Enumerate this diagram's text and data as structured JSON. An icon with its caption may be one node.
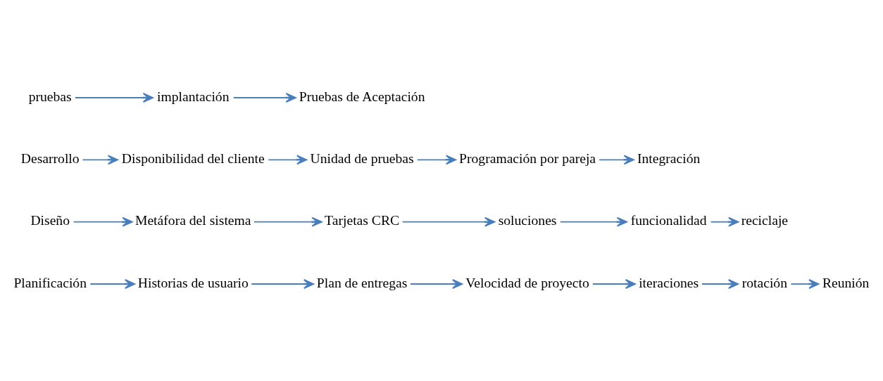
{
  "diagram": {
    "nodes": [
      {
        "text": [
          "Planificación"
        ]
      },
      {
        "text": [
          "Historias de usuario"
        ]
      },
      {
        "text": [
          "Plan de entregas"
        ]
      },
      {
        "text": [
          "Velocidad de proyecto"
        ]
      },
      {
        "text": [
          "iteraciones"
        ]
      },
      {
        "text": [
          "rotación"
        ]
      },
      {
        "text": [
          "Reunión"
        ]
      },
      {
        "text": [
          "Diseño"
        ]
      },
      {
        "text": [
          "Metáfora del sistema"
        ]
      },
      {
        "text": [
          "Tarjetas CRC"
        ]
      },
      {
        "text": [
          "soluciones"
        ]
      },
      {
        "text": [
          "funcionalidad"
        ]
      },
      {
        "text": [
          "reciclaje"
        ]
      },
      {
        "text": [
          "Desarrollo"
        ]
      },
      {
        "text": [
          "Disponibilidad del cliente"
        ]
      },
      {
        "text": [
          "Unidad de pruebas"
        ]
      },
      {
        "text": [
          "Programación por pareja"
        ]
      },
      {
        "text": [
          "Integración"
        ]
      },
      {
        "text": [
          "pruebas"
        ]
      },
      {
        "text": [
          "implantación"
        ]
      },
      {
        "text": [
          "Pruebas de Aceptación"
        ]
      }
    ],
    "edges": [
      {
        "from": 0,
        "to": 1,
        "arrow": "to"
      },
      {
        "from": 1,
        "to": 2,
        "arrow": "to"
      },
      {
        "from": 2,
        "to": 3,
        "arrow": "to"
      },
      {
        "from": 3,
        "to": 4,
        "arrow": "to"
      },
      {
        "from": 4,
        "to": 5,
        "arrow": "to"
      },
      {
        "from": 5,
        "to": 6,
        "arrow": "to"
      },
      {
        "from": 7,
        "to": 8,
        "arrow": "to"
      },
      {
        "from": 8,
        "to": 9,
        "arrow": "to"
      },
      {
        "from": 9,
        "to": 10,
        "arrow": "to"
      },
      {
        "from": 10,
        "to": 11,
        "arrow": "to"
      },
      {
        "from": 11,
        "to": 12,
        "arrow": "to"
      },
      {
        "from": 13,
        "to": 14,
        "arrow": "to"
      },
      {
        "from": 14,
        "to": 15,
        "arrow": "to"
      },
      {
        "from": 15,
        "to": 16,
        "arrow": "to"
      },
      {
        "from": 16,
        "to": 17,
        "arrow": "to"
      },
      {
        "from": 18,
        "to": 19,
        "arrow": "to"
      },
      {
        "from": 19,
        "to": 20,
        "arrow": "to"
      }
    ]
  }
}
